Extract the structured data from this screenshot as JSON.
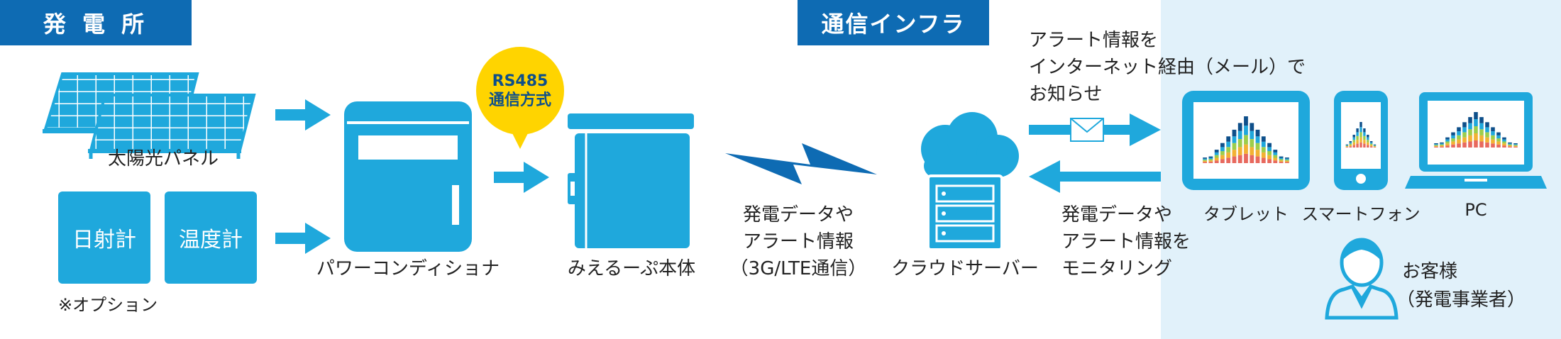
{
  "sections": {
    "power_plant": "発 電 所",
    "infrastructure": "通信インフラ"
  },
  "labels": {
    "solar_panel": "太陽光パネル",
    "pyranometer": "日射計",
    "thermometer": "温度計",
    "option_note": "※オプション",
    "power_conditioner": "パワーコンディショナ",
    "miel_loop": "みえるーぷ本体",
    "comm_line1": "発電データや",
    "comm_line2": "アラート情報",
    "comm_line3": "（3G/LTE通信）",
    "cloud_server": "クラウドサーバー",
    "alert_line1": "アラート情報を",
    "alert_line2": "インターネット経由（メール）で",
    "alert_line3": "お知らせ",
    "monitor_line1": "発電データや",
    "monitor_line2": "アラート情報を",
    "monitor_line3": "モニタリング",
    "tablet": "タブレット",
    "smartphone": "スマートフォン",
    "pc": "PC",
    "customer_line1": "お客様",
    "customer_line2": "（発電事業者）"
  },
  "bubble": {
    "line1": "RS485",
    "line2": "通信方式"
  },
  "icons": {
    "solar": "solar-panel-icon",
    "inverter": "power-conditioner-icon",
    "device": "monitoring-unit-icon",
    "signal": "wireless-signal-icon",
    "cloud": "cloud-server-icon",
    "mail": "mail-icon",
    "tablet": "tablet-icon",
    "phone": "smartphone-icon",
    "laptop": "laptop-icon",
    "person": "person-icon"
  },
  "colors": {
    "primary": "#1fa8dc",
    "dark_blue": "#0e6bb3",
    "bubble": "#ffd400",
    "customer_bg": "#e1f1fa"
  }
}
